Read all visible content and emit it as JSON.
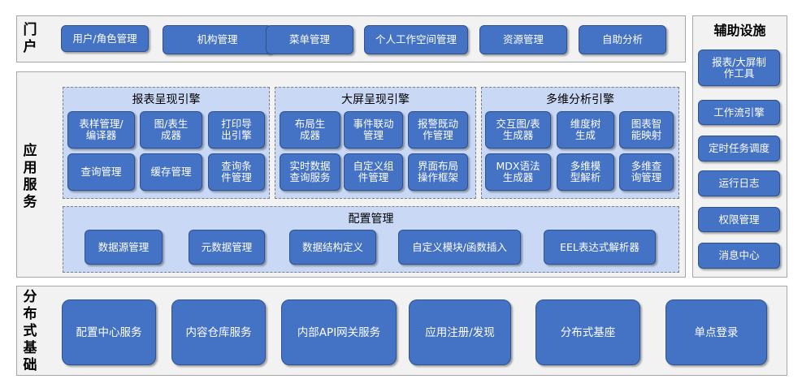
{
  "portal": {
    "label": "门\n户",
    "items": [
      "用户/角色管理",
      "机构管理",
      "菜单管理",
      "个人工作空间管理",
      "资源管理",
      "自助分析"
    ]
  },
  "app_service": {
    "label": "应\n用\n服\n务",
    "report_engine": {
      "title": "报表呈现引擎",
      "items": [
        "表样管理/\n编译器",
        "图/表生\n成器",
        "打印导\n出引擎",
        "查询管理",
        "缓存管理",
        "查询条\n件管理"
      ]
    },
    "screen_engine": {
      "title": "大屏呈现引擎",
      "items": [
        "布局生\n成器",
        "事件联动\n管理",
        "报警既动\n作管理",
        "实时数据\n查询服务",
        "自定义组\n件管理",
        "界面布局\n操作框架"
      ]
    },
    "olap_engine": {
      "title": "多维分析引擎",
      "items": [
        "交互图/表\n生成器",
        "维度树\n生成",
        "图表智\n能映射",
        "MDX语法\n生成器",
        "多维模\n型解析",
        "多维查\n询管理"
      ]
    },
    "config": {
      "title": "配置管理",
      "items": [
        "数据源管理",
        "元数据管理",
        "数据结构定义",
        "自定义模块/函数插入",
        "EEL表达式解析器"
      ]
    }
  },
  "distributed": {
    "label": "分\n布\n式\n基\n础",
    "items": [
      "配置中心服务",
      "内容仓库服务",
      "内部API网关服务",
      "应用注册/发现",
      "分布式基座",
      "单点登录"
    ]
  },
  "aux": {
    "title": "辅助设施",
    "items": [
      "报表/大屏制\n作工具",
      "工作流引擎",
      "定时任务调度",
      "运行日志",
      "权限管理",
      "消息中心"
    ]
  }
}
